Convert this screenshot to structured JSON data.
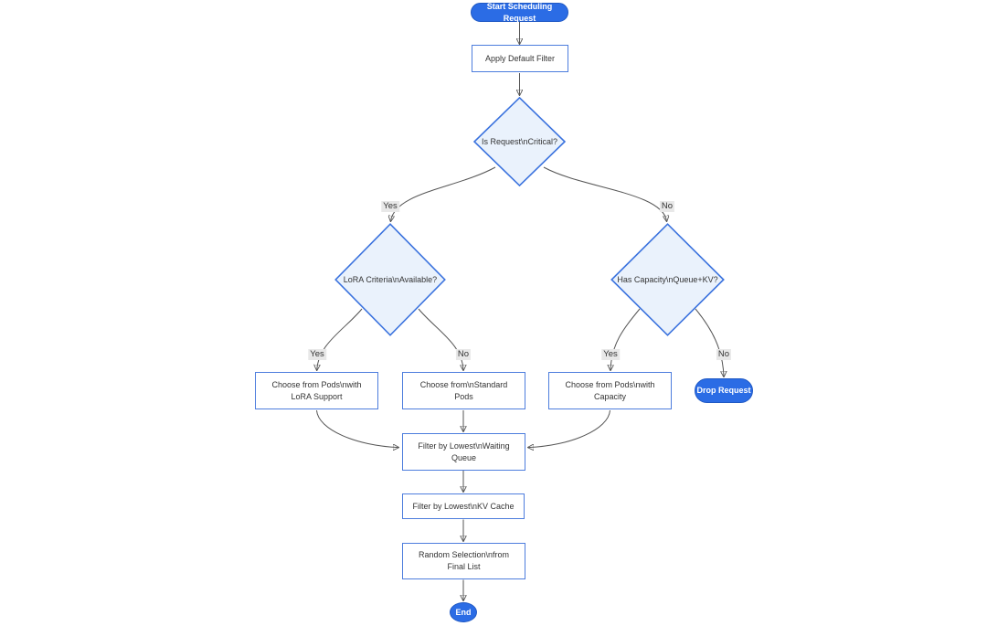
{
  "diagram": {
    "type": "flowchart",
    "direction": "top-down",
    "background": "#ffffff",
    "palette": {
      "stadium_fill": "#2b6ce5",
      "stadium_text": "#ffffff",
      "rect_fill": "#ffffff",
      "rect_border": "#4d7ddd",
      "diamond_fill": "#eaf2fc",
      "diamond_border": "#3a72de",
      "edge_line": "#555555",
      "arrowhead": "#333333",
      "edge_label_bg": "#e8e8e8",
      "text": "#333333"
    },
    "nodes": {
      "start": {
        "label": "Start Scheduling Request",
        "shape": "stadium"
      },
      "apply_filter": {
        "label": "Apply Default Filter",
        "shape": "rect"
      },
      "is_critical": {
        "label": "Is Request\\nCritical?",
        "shape": "diamond"
      },
      "lora_criteria": {
        "label": "LoRA Criteria\\nAvailable?",
        "shape": "diamond"
      },
      "has_capacity": {
        "label": "Has Capacity\\nQueue+KV?",
        "shape": "diamond"
      },
      "choose_lora": {
        "label": "Choose from Pods\\nwith\nLoRA Support",
        "shape": "rect"
      },
      "choose_standard": {
        "label": "Choose from\\nStandard\nPods",
        "shape": "rect"
      },
      "choose_capacity": {
        "label": "Choose from Pods\\nwith\nCapacity",
        "shape": "rect"
      },
      "drop_request": {
        "label": "Drop Request",
        "shape": "stadium"
      },
      "filter_queue": {
        "label": "Filter by Lowest\\nWaiting\nQueue",
        "shape": "rect"
      },
      "filter_kv": {
        "label": "Filter by Lowest\\nKV Cache",
        "shape": "rect"
      },
      "random_selection": {
        "label": "Random Selection\\nfrom\nFinal List",
        "shape": "rect"
      },
      "end": {
        "label": "End",
        "shape": "stadium"
      }
    },
    "edges": [
      {
        "from": "start",
        "to": "apply_filter",
        "label": ""
      },
      {
        "from": "apply_filter",
        "to": "is_critical",
        "label": ""
      },
      {
        "from": "is_critical",
        "to": "lora_criteria",
        "label": "Yes"
      },
      {
        "from": "is_critical",
        "to": "has_capacity",
        "label": "No"
      },
      {
        "from": "lora_criteria",
        "to": "choose_lora",
        "label": "Yes"
      },
      {
        "from": "lora_criteria",
        "to": "choose_standard",
        "label": "No"
      },
      {
        "from": "has_capacity",
        "to": "choose_capacity",
        "label": "Yes"
      },
      {
        "from": "has_capacity",
        "to": "drop_request",
        "label": "No"
      },
      {
        "from": "choose_lora",
        "to": "filter_queue",
        "label": ""
      },
      {
        "from": "choose_standard",
        "to": "filter_queue",
        "label": ""
      },
      {
        "from": "choose_capacity",
        "to": "filter_queue",
        "label": ""
      },
      {
        "from": "filter_queue",
        "to": "filter_kv",
        "label": ""
      },
      {
        "from": "filter_kv",
        "to": "random_selection",
        "label": ""
      },
      {
        "from": "random_selection",
        "to": "end",
        "label": ""
      }
    ]
  }
}
